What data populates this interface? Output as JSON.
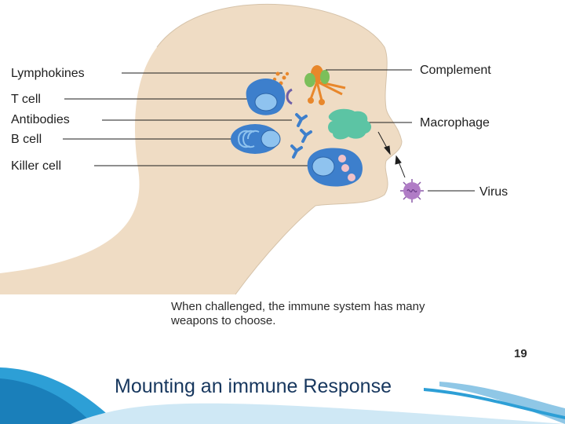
{
  "diagram": {
    "left_labels": [
      {
        "id": "lymphokines",
        "text": "Lymphokines"
      },
      {
        "id": "t-cell",
        "text": "T cell"
      },
      {
        "id": "antibodies",
        "text": "Antibodies"
      },
      {
        "id": "b-cell",
        "text": "B cell"
      },
      {
        "id": "killer-cell",
        "text": "Killer cell"
      }
    ],
    "right_labels": [
      {
        "id": "complement",
        "text": "Complement"
      },
      {
        "id": "macrophage",
        "text": "Macrophage"
      },
      {
        "id": "virus",
        "text": "Virus"
      }
    ],
    "caption_line1": "When challenged, the immune system has many",
    "caption_line2": "weapons to choose.",
    "page_number": "19"
  },
  "slide": {
    "title": "Mounting an immune Response"
  },
  "colors": {
    "head_fill": "#efdcc4",
    "cell_blue": "#3d7fcc",
    "cell_light": "#8fc3ef",
    "macrophage": "#5cc4a4",
    "virus": "#b07cc6",
    "complement_orange": "#e8872b",
    "complement_green": "#7bbf5a",
    "title_color": "#17375e",
    "wave": "#8fc7e6"
  }
}
